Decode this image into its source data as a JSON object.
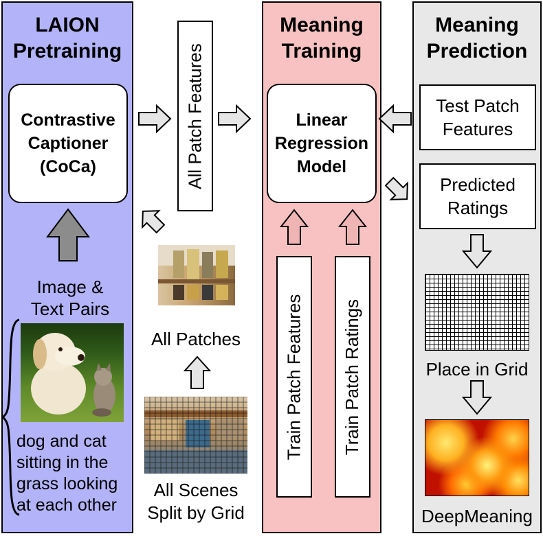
{
  "panels": {
    "laion": {
      "title_line1": "LAION",
      "title_line2": "Pretraining",
      "model": [
        "Contrastive",
        "Captioner",
        "(CoCa)"
      ],
      "pairs_label": [
        "Image &",
        "Text Pairs"
      ],
      "caption": [
        "dog and cat",
        "sitting in the",
        "grass looking",
        "at each other"
      ]
    },
    "middle": {
      "features_label": "All Patch Features",
      "patches_label": "All Patches",
      "scenes_label": [
        "All Scenes",
        "Split by Grid"
      ]
    },
    "training": {
      "title_line1": "Meaning",
      "title_line2": "Training",
      "model": [
        "Linear",
        "Regression",
        "Model"
      ],
      "train_features": "Train Patch Features",
      "train_ratings": "Train Patch Ratings"
    },
    "prediction": {
      "title_line1": "Meaning",
      "title_line2": "Prediction",
      "test_features": [
        "Test Patch",
        "Features"
      ],
      "predicted": [
        "Predicted",
        "Ratings"
      ],
      "grid_label": "Place in Grid",
      "output_label": "DeepMeaning"
    }
  },
  "colors": {
    "laion_bg": "#b3b3f9",
    "training_bg": "#f9c2c2",
    "prediction_bg": "#e8e8e8",
    "arrow_gray": "#8c8c8c",
    "arrow_light": "#e6e6e6",
    "arrow_pink": "#efb4b4"
  }
}
